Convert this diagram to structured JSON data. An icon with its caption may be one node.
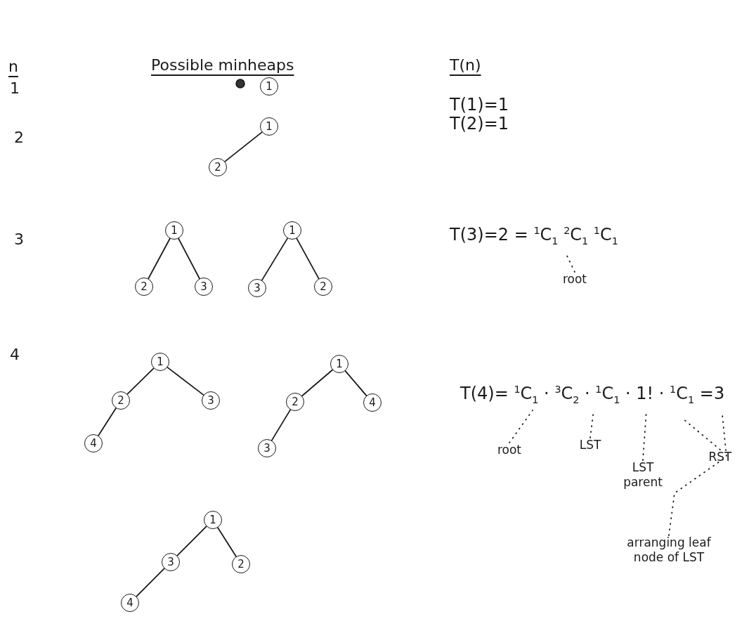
{
  "diagram": {
    "nodes": [
      {
        "text": [
          "1"
        ]
      },
      {
        "text": [
          "1"
        ]
      },
      {
        "text": [
          "2"
        ]
      },
      {
        "text": [
          "1"
        ]
      },
      {
        "text": [
          "2"
        ]
      },
      {
        "text": [
          "3"
        ]
      },
      {
        "text": [
          "1"
        ]
      },
      {
        "text": [
          "3"
        ]
      },
      {
        "text": [
          "2"
        ]
      },
      {
        "text": [
          "1"
        ]
      },
      {
        "text": [
          "2"
        ]
      },
      {
        "text": [
          "3"
        ]
      },
      {
        "text": [
          "4"
        ]
      },
      {
        "text": [
          "1"
        ]
      },
      {
        "text": [
          "2"
        ]
      },
      {
        "text": [
          "4"
        ]
      },
      {
        "text": [
          "3"
        ]
      },
      {
        "text": [
          "1"
        ]
      },
      {
        "text": [
          "3"
        ]
      },
      {
        "text": [
          "2"
        ]
      },
      {
        "text": [
          "4"
        ]
      },
      {
        "text": [
          "root"
        ]
      },
      {
        "text": [
          "root"
        ]
      },
      {
        "text": [
          "LST"
        ]
      },
      {
        "text": [
          "LST parent"
        ]
      },
      {
        "text": [
          "RST"
        ]
      },
      {
        "text": [
          "arranging leaf node of LST"
        ]
      }
    ],
    "edges": [
      {
        "from": 1,
        "to": 2,
        "arrow": "none"
      },
      {
        "from": 3,
        "to": 4,
        "arrow": "none"
      },
      {
        "from": 3,
        "to": 5,
        "arrow": "none"
      },
      {
        "from": 6,
        "to": 7,
        "arrow": "none"
      },
      {
        "from": 6,
        "to": 8,
        "arrow": "none"
      },
      {
        "from": 9,
        "to": 10,
        "arrow": "none"
      },
      {
        "from": 9,
        "to": 11,
        "arrow": "none"
      },
      {
        "from": 10,
        "to": 12,
        "arrow": "none"
      },
      {
        "from": 13,
        "to": 14,
        "arrow": "none"
      },
      {
        "from": 13,
        "to": 15,
        "arrow": "none"
      },
      {
        "from": 14,
        "to": 16,
        "arrow": "none"
      },
      {
        "from": 17,
        "to": 18,
        "arrow": "none"
      },
      {
        "from": 17,
        "to": 19,
        "arrow": "none"
      },
      {
        "from": 18,
        "to": 20,
        "arrow": "none"
      },
      {
        "from": 21,
        "to": null,
        "arrow": "none",
        "style": "dashed"
      },
      {
        "from": 22,
        "to": null,
        "arrow": "none",
        "style": "dashed"
      },
      {
        "from": 23,
        "to": null,
        "arrow": "none",
        "style": "dashed"
      },
      {
        "from": 24,
        "to": null,
        "arrow": "none",
        "style": "dashed"
      },
      {
        "from": 25,
        "to": null,
        "arrow": "none",
        "style": "dashed"
      },
      {
        "from": 26,
        "to": null,
        "arrow": "none",
        "style": "dashed"
      }
    ],
    "labels": [
      "n",
      "Possible minheaps",
      "T(n)",
      "1",
      "T(1)=1",
      "2",
      "T(2)=1",
      "3",
      "T(3)=2 = $^{1}$C$_{1}$ $^{2}$C$_{1}$ $^{1}$C$_{1}$",
      "4",
      "T(4)= $^{1}$C$_{1}$ · $^{3}$C$_{2}$ · $^{1}$C$_{1}$ · 1! · $^{1}$C$_{1}$ =3"
    ]
  }
}
